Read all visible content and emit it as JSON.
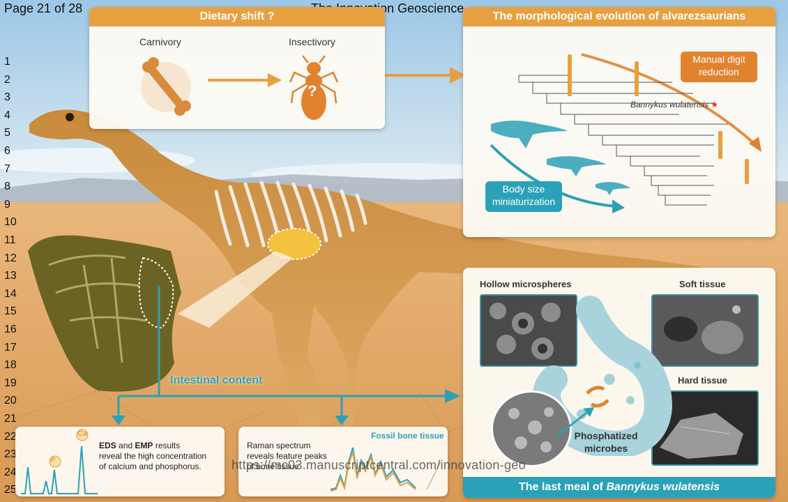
{
  "page_header": {
    "page": "Page 21 of 28",
    "journal": "The Innovation Geoscience"
  },
  "line_numbers": [
    "1",
    "2",
    "3",
    "4",
    "5",
    "6",
    "7",
    "8",
    "9",
    "10",
    "11",
    "12",
    "13",
    "14",
    "15",
    "16",
    "17",
    "18",
    "19",
    "20",
    "21",
    "22",
    "23",
    "24",
    "25"
  ],
  "dietary_panel": {
    "title": "Dietary shift ?",
    "from": "Carnivory",
    "to": "Insectivory",
    "question_mark": "?"
  },
  "morph_panel": {
    "title": "The morphological evolution of alvarezsaurians",
    "manual_digit": "Manual digit\nreduction",
    "body_size": "Body size\nminiaturization",
    "species": "Bannykus wulatensis",
    "star": "★"
  },
  "intestinal_label": "Intestinal content",
  "eds_panel": {
    "text_pre_eds": "EDS",
    "text_and": " and ",
    "text_emp": "EMP",
    "text_rest1": " results",
    "text_rest2": "reveal the high concentration",
    "text_rest3": "of calcium and phosphorus.",
    "peak_p": "P",
    "peak_ca": "Ca"
  },
  "raman_panel": {
    "line1": "Raman spectrum",
    "line2": "reveals feature peaks",
    "line3": "of bone tissue",
    "legend": "Fossil bone tissue"
  },
  "meal_panel": {
    "hollow": "Hollow microspheres",
    "soft": "Soft tissue",
    "hard": "Hard tissue",
    "phosphatized": "Phosphatized\nmicrobes",
    "footer_prefix": "The last meal of ",
    "footer_species": "Bannykus wulatensis"
  },
  "watermark_url": "https://mc03.manuscriptcentral.com/innovation-geo",
  "colors": {
    "orange": "#e7a040",
    "teal": "#2ba1b7",
    "dark_orange": "#e1832e"
  }
}
